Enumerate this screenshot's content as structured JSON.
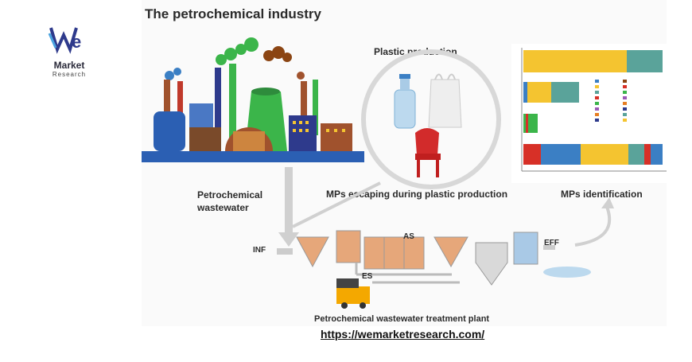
{
  "logo": {
    "mark": "We",
    "name": "Market",
    "sub": "Research"
  },
  "diagram": {
    "title": "The petrochemical industry",
    "plastic_production": "Plastic production",
    "wastewater_label": "Petrochemical wastewater",
    "mps_escaping": "MPs escaping during plastic production",
    "mps_identification": "MPs identification",
    "inf": "INF",
    "as": "AS",
    "es": "ES",
    "eff": "EFF",
    "plant": "Petrochemical wastewater treatment plant"
  },
  "colors": {
    "green": "#3bb54a",
    "blue": "#3b7fc4",
    "brown": "#a0522d",
    "yellow": "#f4c430",
    "teal": "#5aa39a",
    "red": "#d73027"
  },
  "footer": {
    "url": "https://wemarketresearch.com/"
  }
}
